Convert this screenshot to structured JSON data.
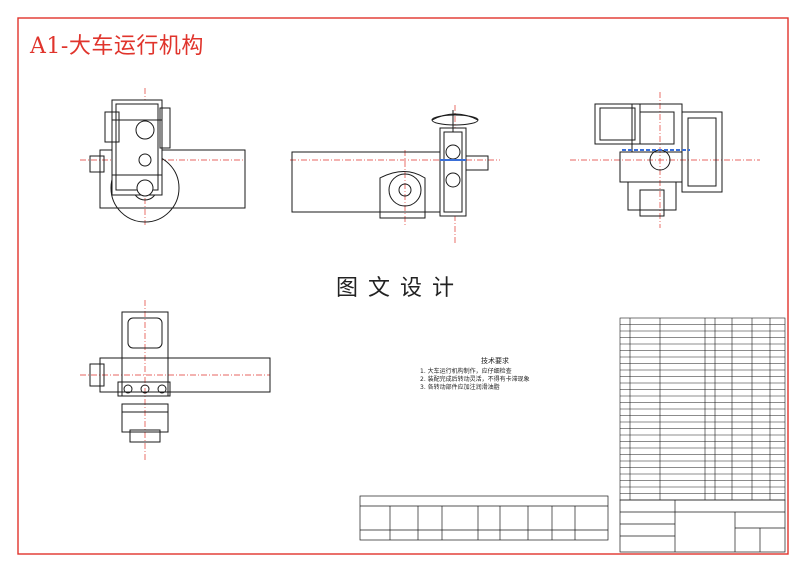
{
  "drawing": {
    "title": "A1-大车运行机构",
    "watermark": "图文设计",
    "tech_notes": {
      "title": "技术要求",
      "lines": [
        "1.  大车运行机构制作，应仔细检查",
        "2.  装配完成后转动灵活，不得有卡滞现象",
        "3.  各转动部件应加注润滑油脂"
      ]
    }
  },
  "colors": {
    "frame": "#e0342c",
    "lines": "#1a1a1a",
    "centerline": "#e0342c",
    "highlight": "#3a6fd8"
  }
}
